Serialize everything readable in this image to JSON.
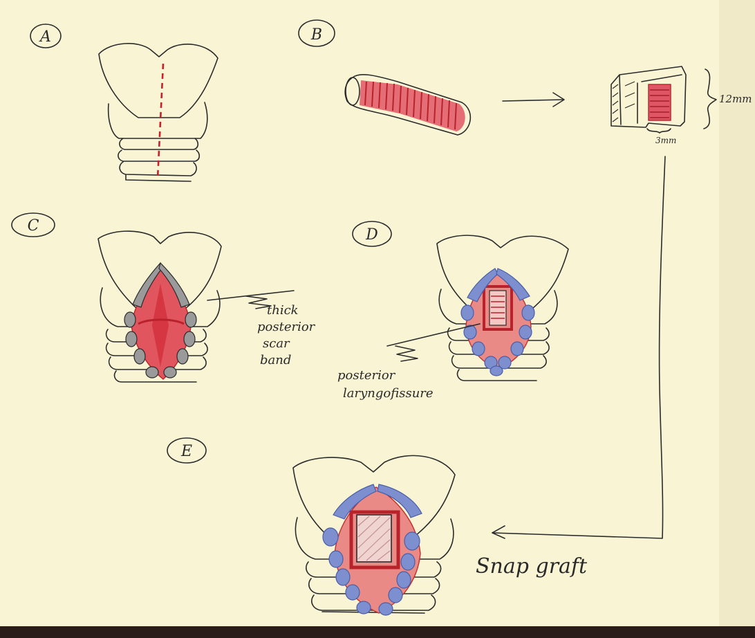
{
  "panels": {
    "a": {
      "label": "A"
    },
    "b": {
      "label": "B",
      "dim_height": "12mm",
      "dim_width": "3mm"
    },
    "c": {
      "label": "C",
      "annotation": [
        "thick",
        "posterior",
        "scar",
        "band"
      ]
    },
    "d": {
      "label": "D",
      "annotation": [
        "posterior",
        "laryngofissure"
      ]
    },
    "e": {
      "label": "E",
      "annotation": "Snap graft"
    }
  },
  "colors": {
    "paper": "#f8f4d4",
    "ink": "#2b2b2b",
    "red": "#e0555e",
    "blue": "#7d8fcf"
  }
}
